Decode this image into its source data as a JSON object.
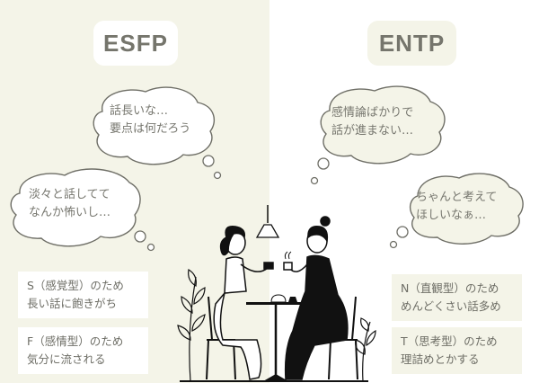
{
  "left": {
    "type_label": "ESFP",
    "background": "#f4f4e8",
    "thoughts": [
      {
        "lines": [
          "話長いな…",
          "要点は何だろう"
        ]
      },
      {
        "lines": [
          "淡々と話してて",
          "なんか怖いし…"
        ]
      }
    ],
    "notes": [
      {
        "lines": [
          "S（感覚型）のため",
          "長い話に飽きがち"
        ]
      },
      {
        "lines": [
          "F（感情型）のため",
          "気分に流される"
        ]
      }
    ]
  },
  "right": {
    "type_label": "ENTP",
    "background": "#ffffff",
    "thoughts": [
      {
        "lines": [
          "感情論ばかりで",
          "話が進まない…"
        ]
      },
      {
        "lines": [
          "ちゃんと考えて",
          "ほしいなぁ…"
        ]
      }
    ],
    "notes": [
      {
        "lines": [
          "N（直観型）のため",
          "めんどくさい話多め"
        ]
      },
      {
        "lines": [
          "T（思考型）のため",
          "理詰めとかする"
        ]
      }
    ]
  },
  "illustration": {
    "description": "two women sitting at a cafe table with coffee"
  }
}
